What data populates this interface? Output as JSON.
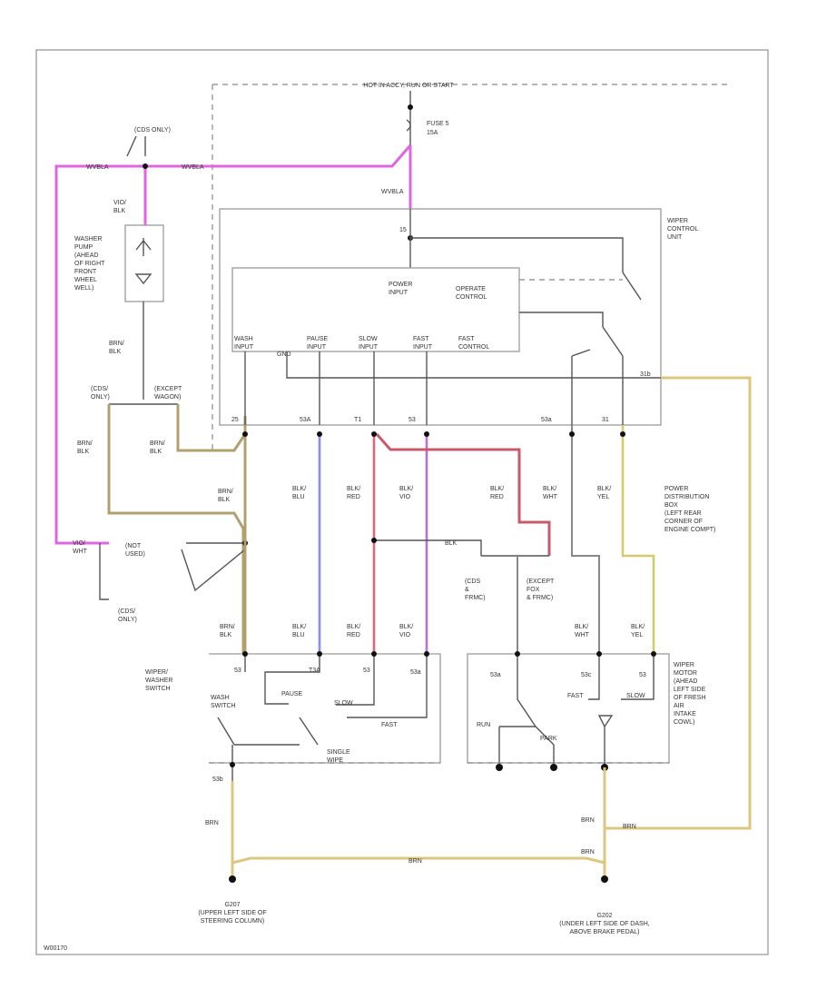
{
  "header": {
    "hot_text": "HOT IN ACCY, RUN OR START"
  },
  "fuse": {
    "name": "FUSE 5",
    "rating": "15A"
  },
  "labels": {
    "wvbla_left": "WVBLA",
    "wvbla_mid": "WVBLA",
    "wvbla_top": "WVBLA",
    "cdi_only_top": "(CDS ONLY)",
    "vio_blk": "VIO/\nBLK",
    "washer_pump": "WASHER\nPUMP\n(AHEAD\nOF RIGHT\nFRONT\nWHEEL\nWELL)",
    "brn_blk_1": "BRN/\nBLK",
    "cds_only": "(CDS/\nONLY)",
    "except_wagon": "(EXCEPT\nWAGON)",
    "brn_blk_2": "BRN/\nBLK",
    "brn_blk_3": "BRN/\nBLK",
    "brn_blk_4": "BRN/\nBLK",
    "vio_wht": "VIO/\nWHT",
    "not_used": "(NOT\nUSED)",
    "cds_only_2": "(CDS/\nONLY)",
    "ground_label_left": "G207\n(UPPER LEFT SIDE OF\nSTEERING COLUMN)",
    "ground_label_right": "G202\n(UNDER LEFT SIDE OF DASH,\nABOVE BRAKE PEDAL)",
    "diagram_id": "W00170"
  },
  "control_unit": {
    "title": "WIPER\nCONTROL\nUNIT",
    "pin_top": "15",
    "power_input": "POWER\nINPUT",
    "operate_control": "OPERATE\nCONTROL",
    "inputs": [
      "WASH\nINPUT",
      "GND",
      "PAUSE\nINPUT",
      "SLOW\nINPUT",
      "FAST\nINPUT",
      "FAST\nCONTROL"
    ],
    "pins": [
      "25",
      "53A",
      "T1",
      "53",
      "53a",
      "31"
    ],
    "pin_31b": "31b"
  },
  "wires": {
    "blk_blu": "BLK/\nBLU",
    "blk_red": "BLK/\nRED",
    "blk_vio": "BLK/\nVIO",
    "blk_red2": "BLK/\nRED",
    "blk_wht": "BLK/\nWHT",
    "blk_yel": "BLK/\nYEL",
    "blk_small": "BLK",
    "brn_1": "BRN",
    "brn_2": "BRN",
    "brn_3": "BRN",
    "brn_4": "BRN",
    "brn_5": "BRN",
    "bottom_blk_blu": "BLK/\nBLU",
    "bottom_blk_red": "BLK/\nRED",
    "bottom_blk_vio": "BLK/\nVIO",
    "bottom_blk_wht": "BLK/\nWHT",
    "bottom_blk_yel": "BLK/\nYEL",
    "bottom_brn_blk": "BRN/\nBLK"
  },
  "variants": {
    "cds_frmc": "(CDS\n&\nFRMC)",
    "except_cds_frmc": "(EXCEPT\nFOX\n& FRMC)"
  },
  "power_dist": "POWER\nDISTRIBUTION\nBOX\n(LEFT REAR\nCORNER OF\nENGINE COMPT)",
  "washer_switch": {
    "title": "WIPER/\nWASHER\nSWITCH",
    "wash_switch": "WASH\nSWITCH",
    "pause": "PAUSE",
    "slow": "SLOW",
    "fast": "FAST",
    "single_wipe": "SINGLE\nWIPE",
    "pins": [
      "53",
      "T3A",
      "53",
      "53a",
      "53b"
    ]
  },
  "motor": {
    "title": "WIPER\nMOTOR\n(AHEAD\nLEFT SIDE\nOF FRESH\nAIR\nINTAKE\nCOWL)",
    "run": "RUN",
    "park": "PARK",
    "fast": "FAST",
    "slow": "SLOW",
    "pins": [
      "53a",
      "53c",
      "53"
    ]
  }
}
